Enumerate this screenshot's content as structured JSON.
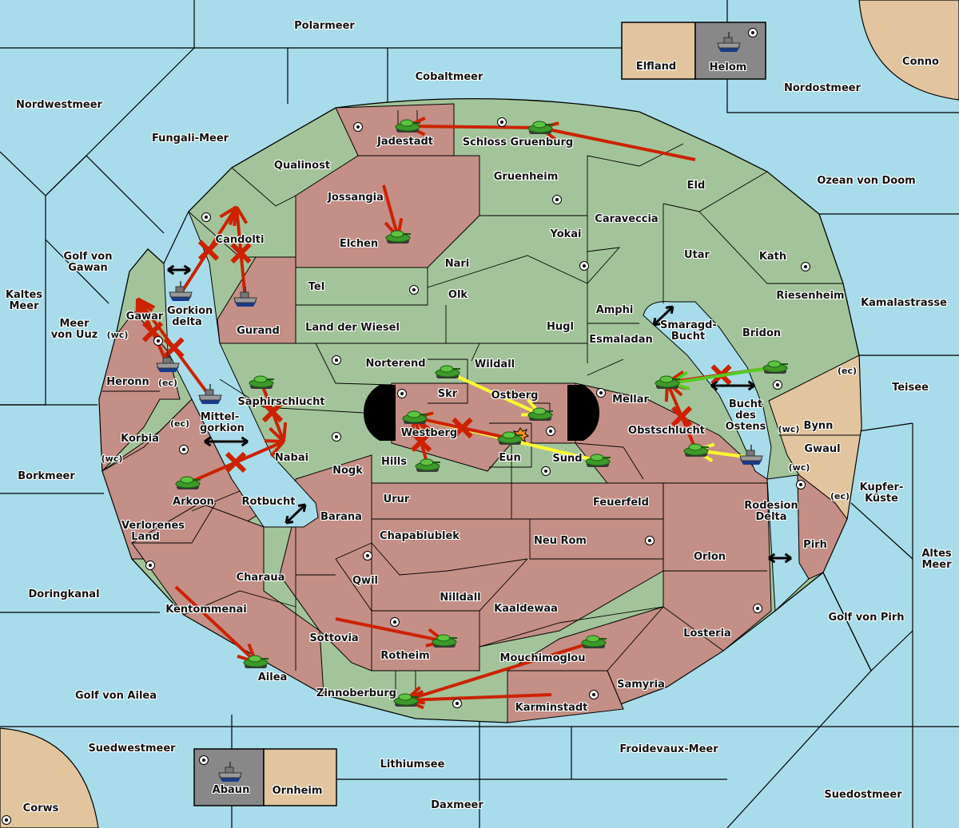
{
  "colors": {
    "sea": "#a8dcea",
    "power_green": "#a3c49a",
    "power_red": "#c48f86",
    "neutral": "#e2c59e",
    "gray": "#888888",
    "move_order": "#cc2200",
    "support_order": "#ffff33",
    "green_order": "#55cc22",
    "convoy_arrow": "#000000"
  },
  "sea_regions": [
    {
      "name": "Polarmeer"
    },
    {
      "name": "Cobaltmeer"
    },
    {
      "name": "Nordwestmeer"
    },
    {
      "name": "Fungali-Meer"
    },
    {
      "name": "Nordostmeer"
    },
    {
      "name": "Ozean von Doom"
    },
    {
      "name": "Golf von Gawan"
    },
    {
      "name": "Kaltes Meer"
    },
    {
      "name": "Meer von Uuz"
    },
    {
      "name": "Kamalastrasse"
    },
    {
      "name": "Teisee"
    },
    {
      "name": "Borkmeer"
    },
    {
      "name": "Kupfer-Küste"
    },
    {
      "name": "Altes Meer"
    },
    {
      "name": "Doringkanal"
    },
    {
      "name": "Golf von Pirh"
    },
    {
      "name": "Golf von Ailea"
    },
    {
      "name": "Suedwestmeer"
    },
    {
      "name": "Lithiumsee"
    },
    {
      "name": "Froidevaux-Meer"
    },
    {
      "name": "Daxmeer"
    },
    {
      "name": "Suedostmeer"
    },
    {
      "name": "Gorkion delta"
    },
    {
      "name": "Mittel-gorkion"
    },
    {
      "name": "Rotbucht"
    },
    {
      "name": "Smaragd-Bucht"
    },
    {
      "name": "Bucht des Ostens"
    },
    {
      "name": "Rodesion Delta"
    }
  ],
  "land_regions": [
    {
      "name": "Jadestadt",
      "owner": "red"
    },
    {
      "name": "Schloss Gruenburg",
      "owner": "green"
    },
    {
      "name": "Qualinost",
      "owner": "green"
    },
    {
      "name": "Candolti",
      "owner": "green"
    },
    {
      "name": "Jossangia",
      "owner": "red"
    },
    {
      "name": "Elchen",
      "owner": "red"
    },
    {
      "name": "Gruenheim",
      "owner": "green"
    },
    {
      "name": "Eld",
      "owner": "green"
    },
    {
      "name": "Caraveccia",
      "owner": "green"
    },
    {
      "name": "Yokai",
      "owner": "green"
    },
    {
      "name": "Utar",
      "owner": "green"
    },
    {
      "name": "Kath",
      "owner": "green"
    },
    {
      "name": "Nari",
      "owner": "green"
    },
    {
      "name": "Tel",
      "owner": "green"
    },
    {
      "name": "Olk",
      "owner": "green"
    },
    {
      "name": "Gurand",
      "owner": "red"
    },
    {
      "name": "Gawar",
      "owner": "green"
    },
    {
      "name": "Amphi",
      "owner": "green"
    },
    {
      "name": "Riesenheim",
      "owner": "green"
    },
    {
      "name": "Land der Wiesel",
      "owner": "green"
    },
    {
      "name": "Hugl",
      "owner": "green"
    },
    {
      "name": "Esmaladan",
      "owner": "green"
    },
    {
      "name": "Bridon",
      "owner": "green"
    },
    {
      "name": "Heronn",
      "owner": "red"
    },
    {
      "name": "Norterend",
      "owner": "green"
    },
    {
      "name": "Wildall",
      "owner": "green"
    },
    {
      "name": "Skr",
      "owner": "green"
    },
    {
      "name": "Ostberg",
      "owner": "red"
    },
    {
      "name": "Mellar",
      "owner": "green"
    },
    {
      "name": "Saphirschlucht",
      "owner": "green"
    },
    {
      "name": "Westberg",
      "owner": "red"
    },
    {
      "name": "Obstschlucht",
      "owner": "red"
    },
    {
      "name": "Korbia",
      "owner": "red"
    },
    {
      "name": "Nabai",
      "owner": "green"
    },
    {
      "name": "Hills",
      "owner": "green"
    },
    {
      "name": "Eun",
      "owner": "red"
    },
    {
      "name": "Sund",
      "owner": "red"
    },
    {
      "name": "Bynn",
      "owner": "neutral"
    },
    {
      "name": "Gwaul",
      "owner": "neutral"
    },
    {
      "name": "Arkoon",
      "owner": "red"
    },
    {
      "name": "Nogk",
      "owner": "red"
    },
    {
      "name": "Urur",
      "owner": "red"
    },
    {
      "name": "Feuerfeld",
      "owner": "red"
    },
    {
      "name": "Barana",
      "owner": "red"
    },
    {
      "name": "Verlorenes Land",
      "owner": "red"
    },
    {
      "name": "Chapablublek",
      "owner": "red"
    },
    {
      "name": "Neu Rom",
      "owner": "red"
    },
    {
      "name": "Pirh",
      "owner": "red"
    },
    {
      "name": "Orlon",
      "owner": "red"
    },
    {
      "name": "Qwil",
      "owner": "red"
    },
    {
      "name": "Charaua",
      "owner": "red"
    },
    {
      "name": "Nilldall",
      "owner": "red"
    },
    {
      "name": "Kaaldewaa",
      "owner": "red"
    },
    {
      "name": "Kentommenai",
      "owner": "red"
    },
    {
      "name": "Losteria",
      "owner": "red"
    },
    {
      "name": "Sottovia",
      "owner": "red"
    },
    {
      "name": "Rotheim",
      "owner": "red"
    },
    {
      "name": "Mouchimoglou",
      "owner": "green"
    },
    {
      "name": "Ailea",
      "owner": "red"
    },
    {
      "name": "Samyria",
      "owner": "red"
    },
    {
      "name": "Zinnoberburg",
      "owner": "green"
    },
    {
      "name": "Karminstadt",
      "owner": "red"
    },
    {
      "name": "Elfland",
      "owner": "neutral"
    },
    {
      "name": "Helom",
      "owner": "gray"
    },
    {
      "name": "Conno",
      "owner": "neutral"
    },
    {
      "name": "Abaun",
      "owner": "gray"
    },
    {
      "name": "Ornheim",
      "owner": "neutral"
    },
    {
      "name": "Corws",
      "owner": "neutral"
    }
  ],
  "coast_tags": [
    "(wc)",
    "(ec)",
    "(ec)",
    "(wc)",
    "(ec)",
    "(wc)",
    "(wc)",
    "(ec)"
  ],
  "units": [
    {
      "type": "army",
      "owner": "green",
      "at": "Jadestadt"
    },
    {
      "type": "army",
      "owner": "green",
      "at": "Schloss Gruenburg"
    },
    {
      "type": "army",
      "owner": "green",
      "at": "Elchen"
    },
    {
      "type": "fleet",
      "owner": "gray",
      "at": "Helom"
    },
    {
      "type": "fleet",
      "owner": "red",
      "at": "Gorkion delta"
    },
    {
      "type": "fleet",
      "owner": "red",
      "at": "Gurand"
    },
    {
      "type": "fleet",
      "owner": "red",
      "at": "Meer von Uuz"
    },
    {
      "type": "fleet",
      "owner": "red",
      "at": "Mittel-gorkion"
    },
    {
      "type": "army",
      "owner": "green",
      "at": "Saphirschlucht"
    },
    {
      "type": "army",
      "owner": "green",
      "at": "Skr"
    },
    {
      "type": "army",
      "owner": "green",
      "at": "Westberg"
    },
    {
      "type": "army",
      "owner": "green",
      "at": "Hills"
    },
    {
      "type": "army",
      "owner": "green",
      "at": "Eun"
    },
    {
      "type": "army",
      "owner": "green",
      "at": "Ostberg"
    },
    {
      "type": "army",
      "owner": "green",
      "at": "Sund"
    },
    {
      "type": "army",
      "owner": "green",
      "at": "Mellar"
    },
    {
      "type": "army",
      "owner": "green",
      "at": "Bridon"
    },
    {
      "type": "army",
      "owner": "green",
      "at": "Obstschlucht"
    },
    {
      "type": "fleet",
      "owner": "red",
      "at": "Bucht des Ostens"
    },
    {
      "type": "army",
      "owner": "green",
      "at": "Arkoon"
    },
    {
      "type": "army",
      "owner": "green",
      "at": "Ailea"
    },
    {
      "type": "army",
      "owner": "green",
      "at": "Rotheim"
    },
    {
      "type": "army",
      "owner": "green",
      "at": "Mouchimoglou"
    },
    {
      "type": "army",
      "owner": "green",
      "at": "Zinnoberburg"
    },
    {
      "type": "fleet",
      "owner": "gray",
      "at": "Abaun"
    }
  ],
  "orders": [
    {
      "kind": "move",
      "from": "Schloss Gruenburg",
      "to": "Jadestadt",
      "result": "success"
    },
    {
      "kind": "move",
      "from": "Eld",
      "to": "Schloss Gruenburg",
      "result": "success"
    },
    {
      "kind": "move",
      "from": "Jossangia",
      "to": "Elchen",
      "result": "success"
    },
    {
      "kind": "move",
      "from": "Gurand",
      "to": "Candolti",
      "result": "failed"
    },
    {
      "kind": "move",
      "from": "Gorkion delta",
      "to": "Candolti",
      "result": "failed"
    },
    {
      "kind": "move",
      "from": "Meer von Uuz",
      "to": "Gawar",
      "result": "failed"
    },
    {
      "kind": "move",
      "from": "Mittel-gorkion",
      "to": "Gawar",
      "result": "failed"
    },
    {
      "kind": "move",
      "from": "Saphirschlucht",
      "to": "Nabai",
      "result": "failed"
    },
    {
      "kind": "move",
      "from": "Arkoon",
      "to": "Nabai",
      "result": "failed"
    },
    {
      "kind": "support",
      "from": "Skr",
      "to": "Ostberg"
    },
    {
      "kind": "support",
      "from": "Sund",
      "to": "Westberg"
    },
    {
      "kind": "move",
      "from": "Eun",
      "to": "Westberg",
      "result": "failed"
    },
    {
      "kind": "move",
      "from": "Hills",
      "to": "Westberg",
      "result": "failed"
    },
    {
      "kind": "move",
      "from": "Obstschlucht",
      "to": "Mellar",
      "result": "failed"
    },
    {
      "kind": "support",
      "from": "Bucht des Ostens",
      "to": "Obstschlucht"
    },
    {
      "kind": "move",
      "from": "Bridon",
      "to": "Mellar",
      "result": "failed"
    },
    {
      "kind": "move",
      "from": "Kentommenai",
      "to": "Ailea",
      "result": "success"
    },
    {
      "kind": "move",
      "from": "Sottovia",
      "to": "Rotheim",
      "result": "success"
    },
    {
      "kind": "move",
      "from": "Mouchimoglou",
      "to": "Zinnoberburg",
      "result": "success"
    },
    {
      "kind": "move",
      "from": "Karminstadt",
      "to": "Zinnoberburg",
      "result": "success"
    },
    {
      "kind": "move",
      "from": "Mouchimoglou",
      "to": "Mouchimoglou",
      "result": "success"
    }
  ]
}
